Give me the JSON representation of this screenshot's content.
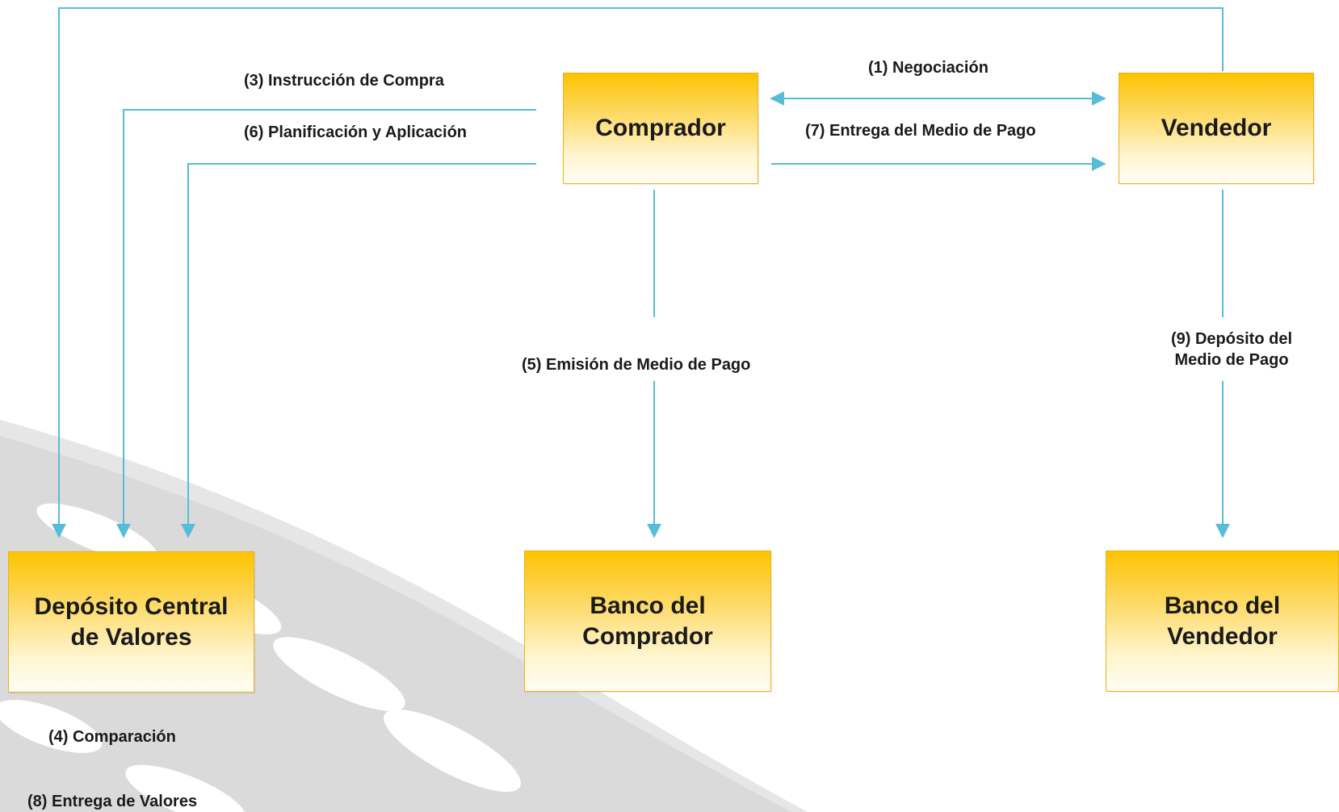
{
  "colors": {
    "connector": "#56bdd8",
    "box_top": "#fdc300",
    "box_bottom": "#fffdf4",
    "box_border": "#e8b21a",
    "watermark": "#cfcfcf"
  },
  "nodes": {
    "comprador": "Comprador",
    "vendedor": "Vendedor",
    "deposito": "Depósito Central\nde Valores",
    "banco_comprador": "Banco del\nComprador",
    "banco_vendedor": "Banco del\nVendedor"
  },
  "labels": {
    "negociacion": "(1) Negociación",
    "instruccion_compra": "(3) Instrucción de Compra",
    "comparacion": "(4) Comparación",
    "emision_medio_pago": "(5) Emisión de Medio de Pago",
    "planificacion": "(6) Planificación y Aplicación",
    "entrega_medio_pago": "(7) Entrega del Medio de Pago",
    "entrega_valores": "(8) Entrega de Valores",
    "deposito_medio_pago": "(9) Depósito  del\nMedio de Pago"
  }
}
